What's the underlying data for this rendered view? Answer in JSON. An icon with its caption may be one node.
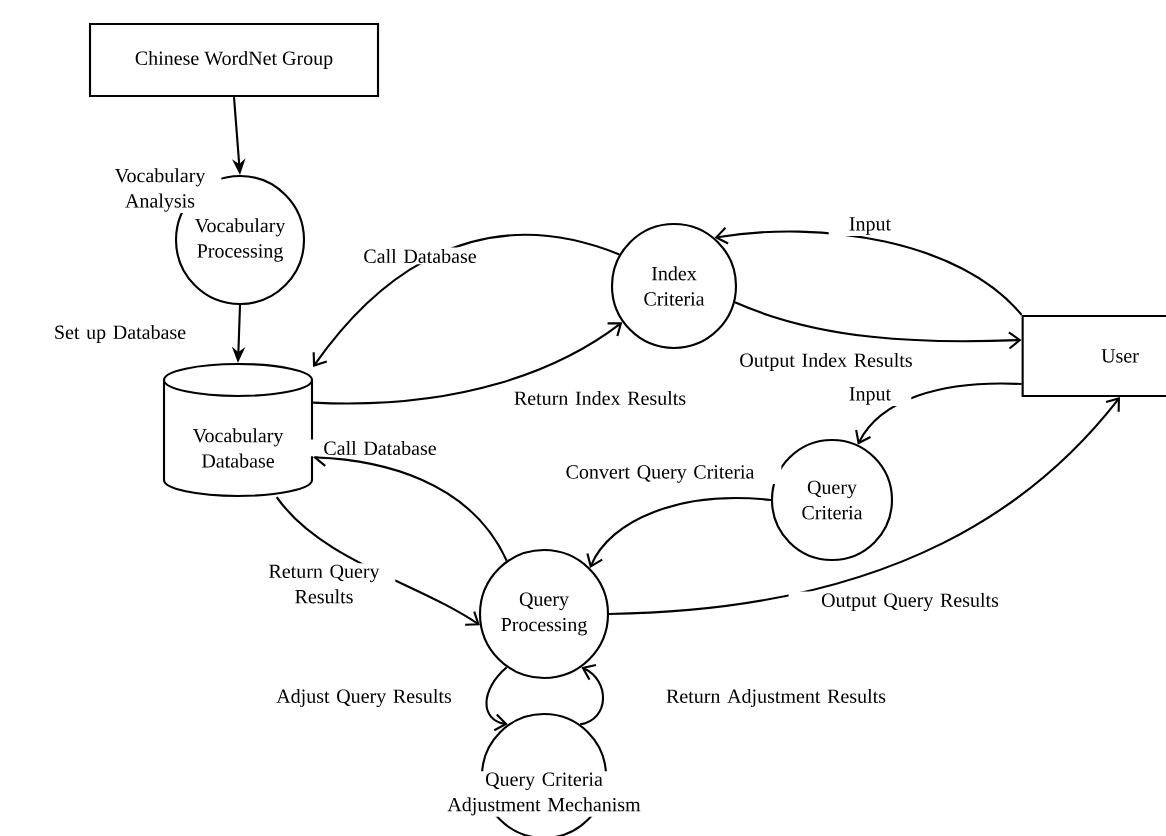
{
  "diagram": {
    "nodes": [
      {
        "text": [
          "Chinese WordNet Group"
        ]
      },
      {
        "text": [
          "Vocabulary Processing"
        ]
      },
      {
        "text": [
          "Vocabulary Database"
        ]
      },
      {
        "text": [
          "Index Criteria"
        ]
      },
      {
        "text": [
          "User"
        ]
      },
      {
        "text": [
          "Query Criteria"
        ]
      },
      {
        "text": [
          "Query Processing"
        ]
      },
      {
        "text": [
          "Query Criteria Adjustment Mechanism"
        ]
      }
    ],
    "edges": [
      {
        "from": 0,
        "to": 1,
        "arrow": "to",
        "label": "Vocabulary Analysis"
      },
      {
        "from": 1,
        "to": 2,
        "arrow": "to",
        "label": "Set up Database"
      },
      {
        "from": 3,
        "to": 2,
        "arrow": "to",
        "label": "Call Database"
      },
      {
        "from": 2,
        "to": 3,
        "arrow": "to",
        "label": "Return Index Results"
      },
      {
        "from": 4,
        "to": 3,
        "arrow": "to",
        "label": "Input"
      },
      {
        "from": 3,
        "to": 4,
        "arrow": "to",
        "label": "Output Index Results"
      },
      {
        "from": 4,
        "to": 5,
        "arrow": "to",
        "label": "Input"
      },
      {
        "from": 5,
        "to": 6,
        "arrow": "to",
        "label": "Convert Query Criteria"
      },
      {
        "from": 6,
        "to": 2,
        "arrow": "to",
        "label": "Call Database"
      },
      {
        "from": 2,
        "to": 6,
        "arrow": "to",
        "label": "Return Query Results"
      },
      {
        "from": 6,
        "to": 4,
        "arrow": "to",
        "label": "Output Query Results"
      },
      {
        "from": 6,
        "to": 7,
        "arrow": "to",
        "label": "Adjust Query Results"
      },
      {
        "from": 7,
        "to": 6,
        "arrow": "to",
        "label": "Return Adjustment Results"
      }
    ]
  }
}
